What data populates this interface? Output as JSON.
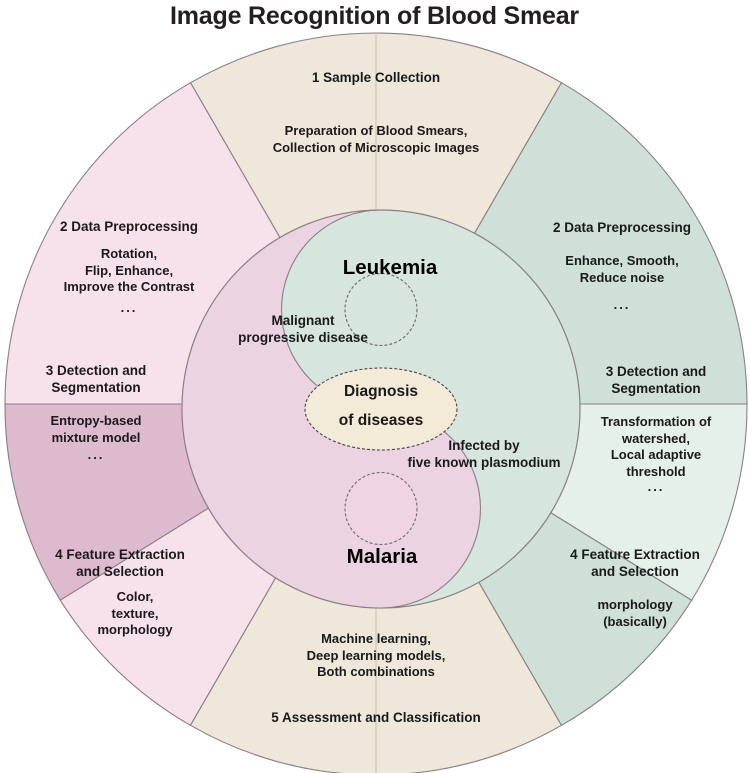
{
  "title": "Image Recognition of Blood Smear",
  "colors": {
    "cream": "#efe7d9",
    "cream_light": "#f2ece0",
    "pink_light": "#f7e2ec",
    "pink_mid": "#f0d7e4",
    "pink_dark": "#ddbacd",
    "green_mid": "#cfe0d8",
    "green_light": "#e6f0ea",
    "green_pale": "#dde9e3",
    "yin_pink": "#ecd3e2",
    "yin_green": "#d6e5de",
    "center_ellipse": "#f3ead7",
    "stroke": "#8a7f86"
  },
  "sectors": {
    "top": {
      "heading": "1 Sample Collection",
      "body": "Preparation of Blood Smears,\nCollection of Microscopic Images",
      "dots": ""
    },
    "left_preprocessing": {
      "heading": "2 Data Preprocessing",
      "body": "Rotation,\nFlip, Enhance,\nImprove the Contrast",
      "dots": "..."
    },
    "left_detection": {
      "heading": "3 Detection and\nSegmentation",
      "body": "Entropy-based\nmixture model",
      "dots": "..."
    },
    "left_feature": {
      "heading": "4 Feature Extraction\nand Selection",
      "body": "Color,\ntexture,\nmorphology",
      "dots": ""
    },
    "bottom": {
      "heading": "5 Assessment and Classification",
      "body": "Machine learning,\nDeep learning models,\nBoth combinations",
      "dots": ""
    },
    "right_preprocessing": {
      "heading": "2 Data Preprocessing",
      "body": "Enhance, Smooth,\nReduce noise",
      "dots": "..."
    },
    "right_detection": {
      "heading": "3 Detection and\nSegmentation",
      "body": "Transformation of\nwatershed,\nLocal adaptive\nthreshold",
      "dots": "..."
    },
    "right_feature": {
      "heading": "4 Feature Extraction\nand Selection",
      "body": "morphology\n(basically)",
      "dots": ""
    }
  },
  "center": {
    "leukemia_label": "Leukemia",
    "leukemia_desc": "Malignant\nprogressive disease",
    "malaria_label": "Malaria",
    "malaria_desc": "Infected by\nfive known plasmodium",
    "core_line1": "Diagnosis",
    "core_line2": "of diseases"
  }
}
